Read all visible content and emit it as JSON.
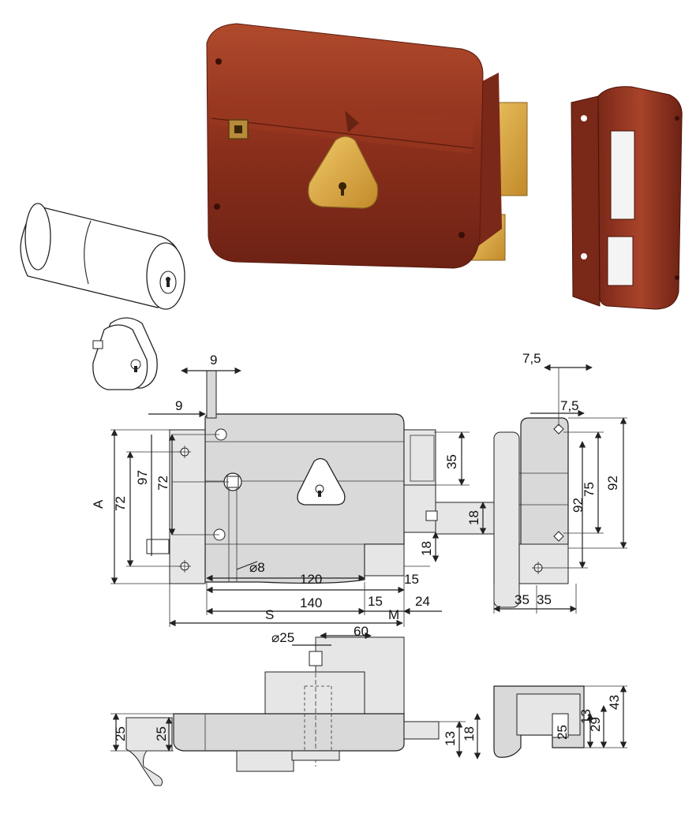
{
  "colors": {
    "lock_body": "#8b2f1c",
    "lock_body_light": "#b04a2c",
    "brass": "#d9a441",
    "drawing_fill": "#d9d9d9",
    "line": "#222222"
  },
  "icons": {
    "lock_photo": "rim-lock-photo",
    "keeper_photo": "strike-keeper-photo",
    "cylinder": "round-cylinder-icon",
    "triangular_cylinder": "triangular-cylinder-icon"
  },
  "front_view": {
    "dims": {
      "d9_top": "9",
      "d9_left": "9",
      "d35": "35",
      "d18_bolt": "18",
      "d18_latch": "18",
      "d15_right": "15",
      "d120": "120",
      "d140": "140",
      "d15_bottom": "15",
      "d24": "24",
      "dS": "S",
      "dM": "M",
      "dA": "A",
      "d72_outer": "72",
      "d97": "97",
      "d72_inner": "72",
      "d8": "⌀8"
    }
  },
  "keeper_view": {
    "dims": {
      "d7_5_top": "7,5",
      "d7_5_mid": "7,5",
      "d92": "92",
      "d92_inner": "92",
      "d75": "75",
      "d35_a": "35",
      "d35_b": "35"
    }
  },
  "section_view": {
    "dims": {
      "d25_dia": "⌀25",
      "d60": "60",
      "d25_left": "25",
      "d25_inner": "25",
      "d13": "13",
      "d18": "18"
    }
  },
  "keeper_section": {
    "dims": {
      "d43": "43",
      "d29": "29",
      "d13": "13",
      "d25": "25"
    }
  }
}
